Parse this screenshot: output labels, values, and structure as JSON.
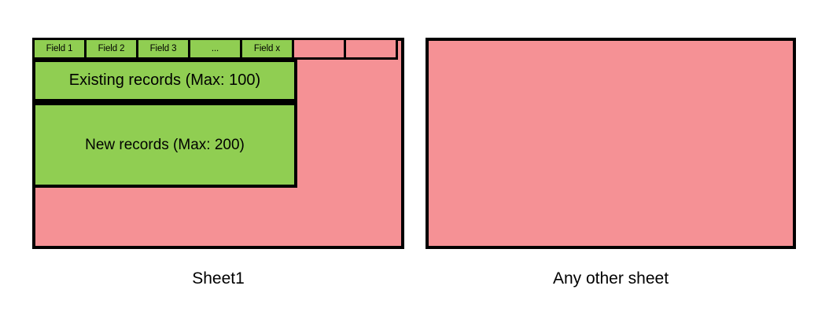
{
  "diagram": {
    "colors": {
      "green": "#90CE52",
      "pink": "#F59195",
      "border": "#000000",
      "background": "#FFFFFF"
    },
    "panels": [
      {
        "id": "sheet1",
        "caption": "Sheet1",
        "header_cells": [
          {
            "label": "Field 1",
            "fill": "green"
          },
          {
            "label": "Field 2",
            "fill": "green"
          },
          {
            "label": "Field 3",
            "fill": "green"
          },
          {
            "label": "...",
            "fill": "green"
          },
          {
            "label": "Field x",
            "fill": "green"
          },
          {
            "label": "",
            "fill": "pink"
          },
          {
            "label": "",
            "fill": "pink"
          }
        ],
        "blocks": [
          {
            "id": "existing-records",
            "label": "Existing records (Max: 100)",
            "fill": "green",
            "max": 100
          },
          {
            "id": "new-records",
            "label": "New records (Max: 200)",
            "fill": "green",
            "max": 200
          }
        ]
      },
      {
        "id": "any-other-sheet",
        "caption": "Any other sheet",
        "header_cells": [],
        "blocks": []
      }
    ]
  }
}
